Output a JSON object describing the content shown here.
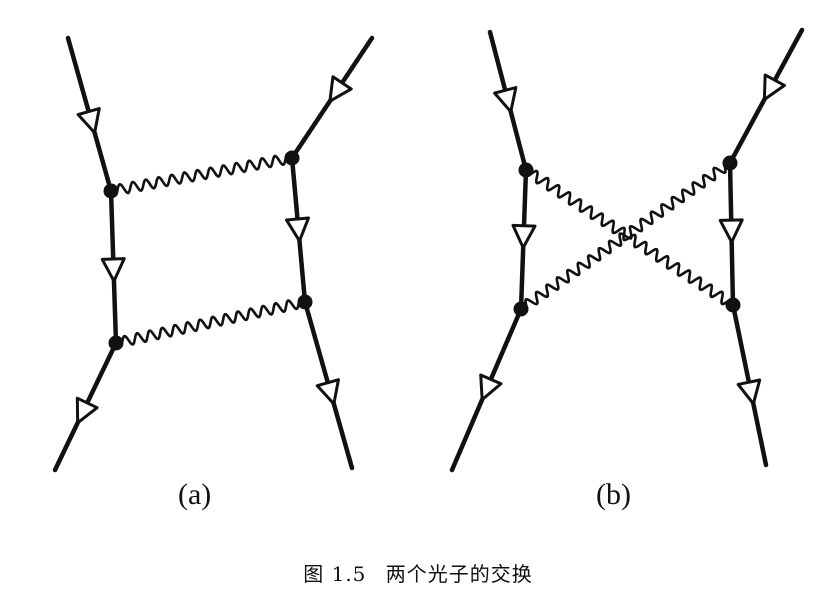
{
  "diagrams": [
    {
      "label": "(a)"
    },
    {
      "label": "(b)"
    }
  ],
  "caption": {
    "figure": "图 1.5",
    "text": "两个光子的交换"
  }
}
